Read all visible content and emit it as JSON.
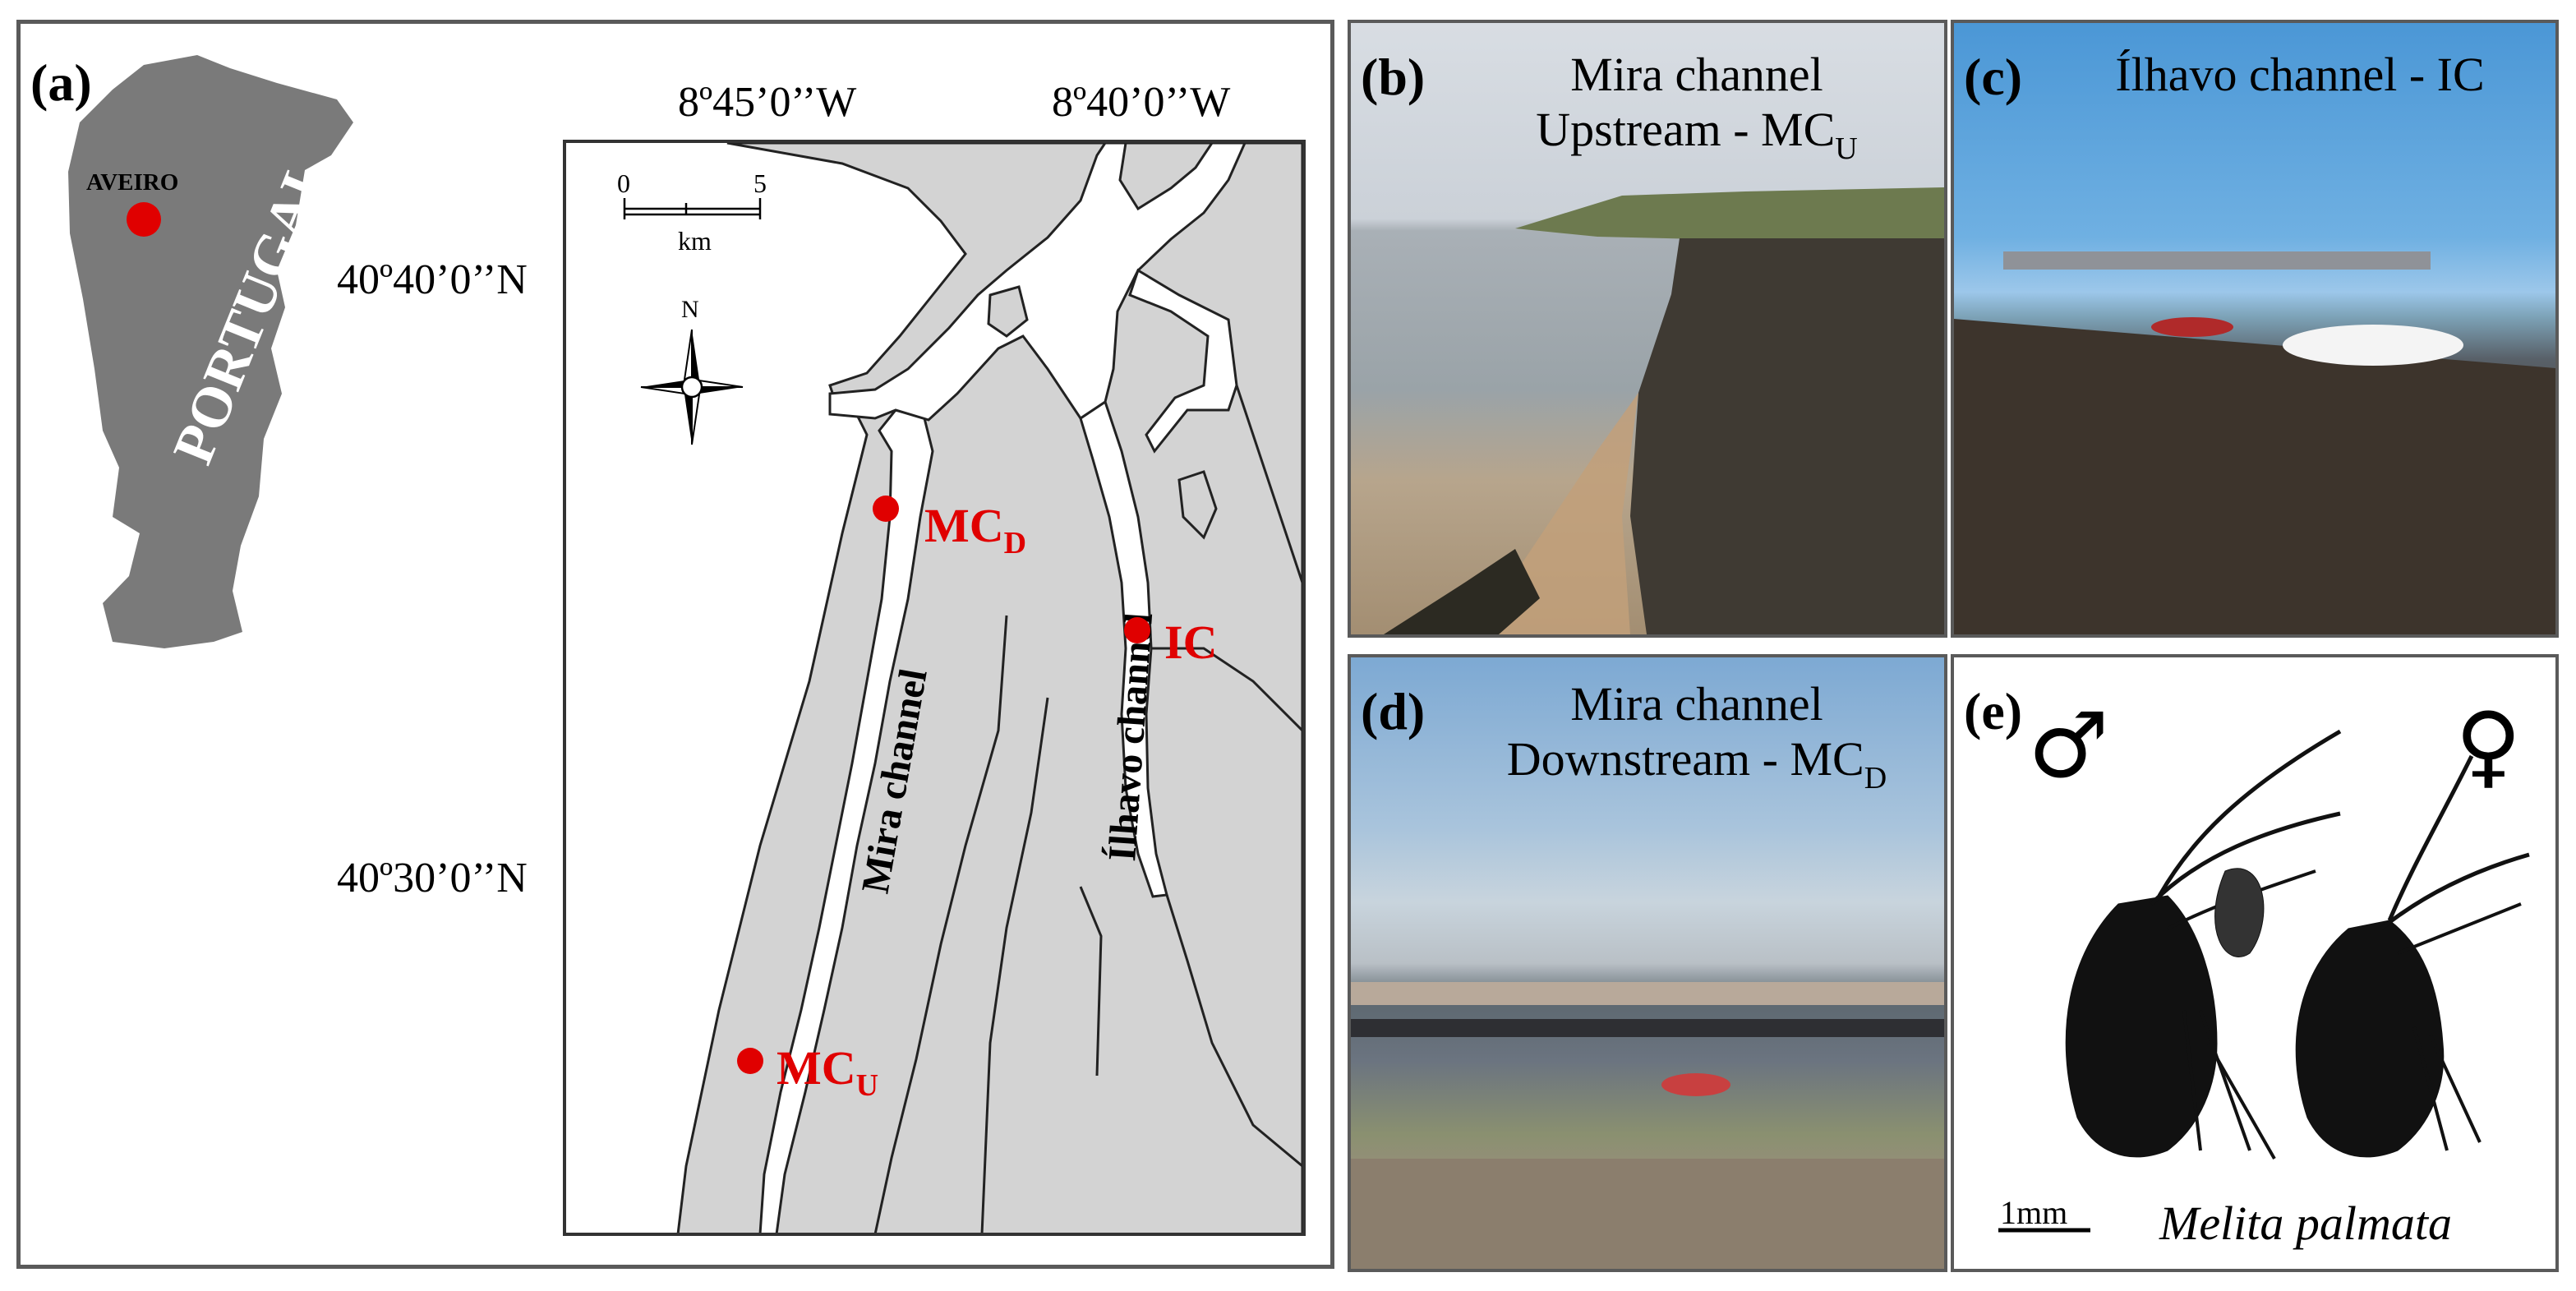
{
  "panel_a": {
    "label": "(a)",
    "country": "PORTUGAL",
    "city": "AVEIRO",
    "lon_labels": [
      "8º45’0’’W",
      "8º40’0’’W"
    ],
    "lat_labels": [
      "40º40’0’’N",
      "40º30’0’’N"
    ],
    "scale": {
      "start": "0",
      "end": "5",
      "unit": "km"
    },
    "north": "N",
    "channel_labels": [
      "Mira channel",
      "Ílhavo channel"
    ],
    "sites": [
      {
        "code": "MC",
        "sub": "D"
      },
      {
        "code": "IC",
        "sub": ""
      },
      {
        "code": "MC",
        "sub": "U"
      }
    ],
    "colors": {
      "land": "#d3d3d3",
      "site": "#e00000",
      "country": "#7a7a7a"
    }
  },
  "panel_b": {
    "label": "(b)",
    "line1": "Mira channel",
    "line2": "Upstream - MC",
    "sub": "U"
  },
  "panel_c": {
    "label": "(c)",
    "line1": "Ílhavo channel - IC"
  },
  "panel_d": {
    "label": "(d)",
    "line1": "Mira channel",
    "line2": "Downstream - MC",
    "sub": "D"
  },
  "panel_e": {
    "label": "(e)",
    "male": "♂",
    "female": "♀",
    "scale": "1mm",
    "species": "Melita palmata"
  }
}
